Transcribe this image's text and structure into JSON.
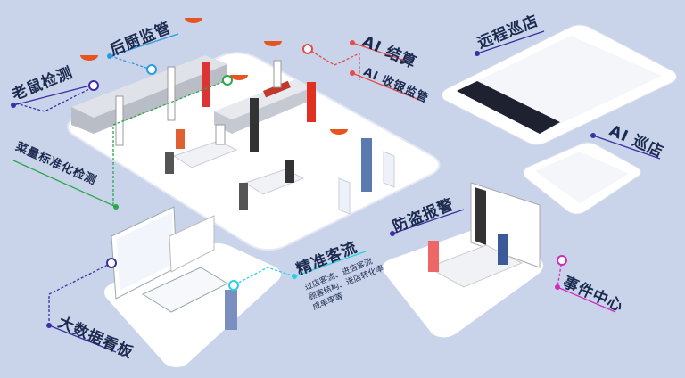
{
  "labels": {
    "rodent_detection": "老鼠检测",
    "kitchen_supervision": "后厨监管",
    "ai_checkout": "AI 结算",
    "ai_cashier_supervision": "AI 收银监管",
    "remote_inspection": "远程巡店",
    "ai_inspection": "AI 巡店",
    "portion_standardization": "菜量标准化检测",
    "anti_theft_alarm": "防盗报警",
    "precise_traffic": "精准客流",
    "precise_traffic_desc": [
      "过店客流、进店客流",
      "顾客结构、进店转化率",
      "成单率等"
    ],
    "event_center": "事件中心",
    "big_data_dashboard": "大数据看板"
  },
  "colors": {
    "background": "#c9d3ea",
    "label_text": "#1b2a4e",
    "purple": "#3b2fa8",
    "blue": "#2b9be0",
    "red": "#e84a4a",
    "green": "#2aa84a",
    "cyan": "#23d3e0",
    "magenta": "#d02cc0",
    "camera": "#e8541e"
  }
}
